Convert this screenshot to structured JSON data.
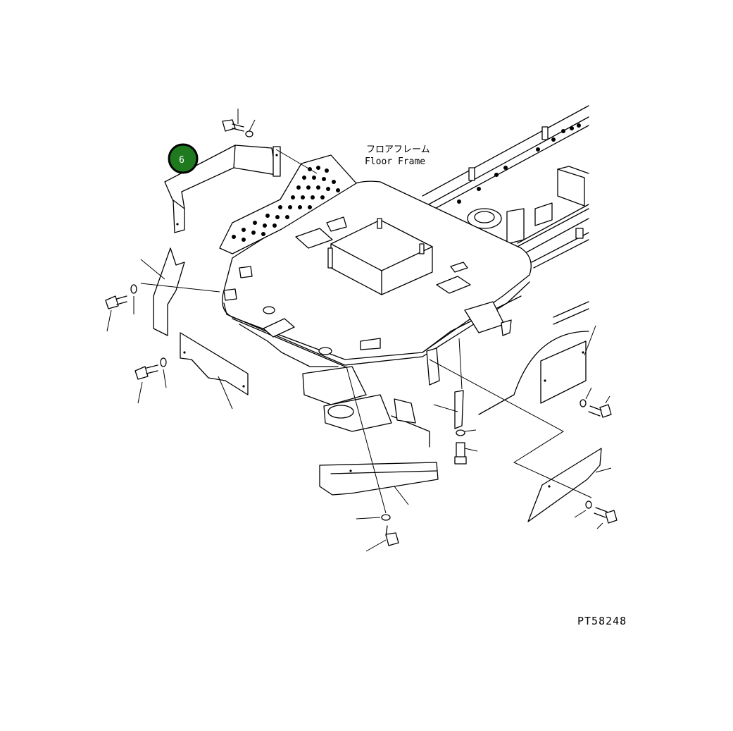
{
  "diagram": {
    "label_jp": "フロアフレーム",
    "label_en": "Floor Frame",
    "figure_code": "PT58248",
    "callout": {
      "number": "6",
      "color": "#1f7a1f",
      "ring_color": "#000000"
    }
  }
}
